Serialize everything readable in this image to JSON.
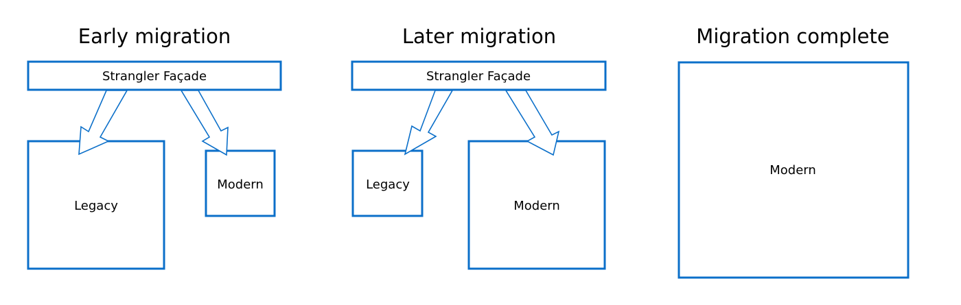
{
  "colors": {
    "stroke": "#0b6fc9",
    "text": "#000000",
    "background": "#ffffff"
  },
  "panels": [
    {
      "title": "Early migration",
      "facade_label": "Strangler Façade",
      "legacy_label": "Legacy",
      "modern_label": "Modern"
    },
    {
      "title": "Later migration",
      "facade_label": "Strangler Façade",
      "legacy_label": "Legacy",
      "modern_label": "Modern"
    },
    {
      "title": "Migration complete",
      "modern_label": "Modern"
    }
  ]
}
